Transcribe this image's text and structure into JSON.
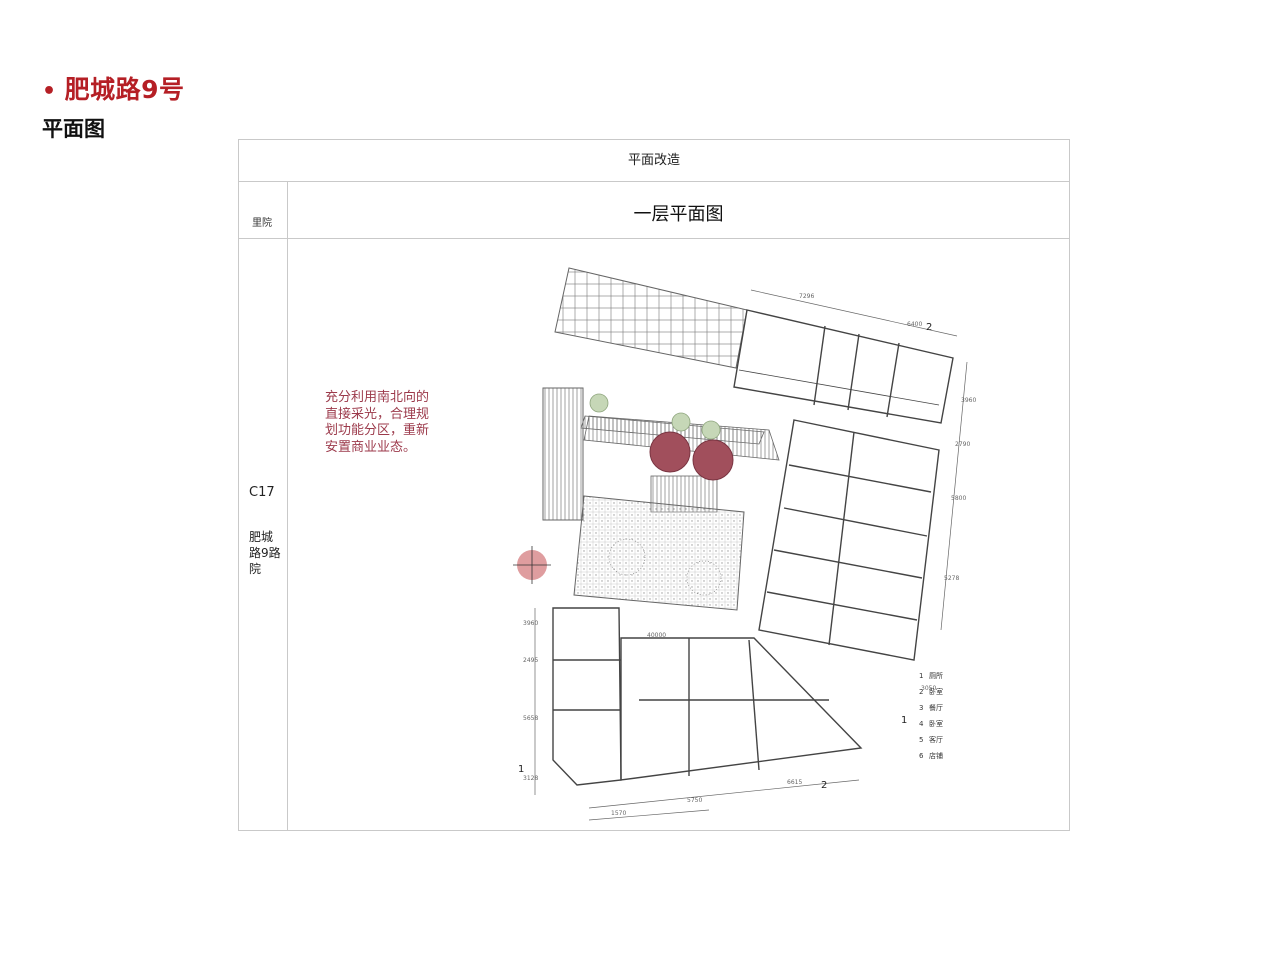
{
  "title": "肥城路9号",
  "subtitle": "平面图",
  "sheet": {
    "header": "平面改造",
    "column_label": "里院",
    "drawing_title": "一层平面图",
    "site_code": "C17",
    "site_name": "肥城路9路院"
  },
  "note": "充分利用南北向的直接采光，合理规划功能分区，重新安置商业业态。",
  "legend": [
    {
      "num": "1",
      "label": "厕所"
    },
    {
      "num": "2",
      "label": "卧室"
    },
    {
      "num": "3",
      "label": "餐厅"
    },
    {
      "num": "4",
      "label": "卧室"
    },
    {
      "num": "5",
      "label": "客厅"
    },
    {
      "num": "6",
      "label": "店铺"
    }
  ],
  "dimensions": {
    "top_a": "7296",
    "top_b": "6400",
    "right_a": "3960",
    "right_b": "2790",
    "right_c": "5800",
    "right_d": "5278",
    "right_e": "3050",
    "left_a": "3960",
    "left_b": "2495",
    "left_c": "5658",
    "left_d": "3128",
    "mid": "40000",
    "bottom_a": "1570",
    "bottom_b": "5750",
    "bottom_c": "6615"
  },
  "section_marks": {
    "top": "2",
    "bottom": "2",
    "left": "1",
    "right": "1"
  },
  "colors": {
    "title": "#b51f25",
    "note": "#9c3a4b",
    "tree_fill": "#a14f5c",
    "compass_fill": "#d98c8e",
    "line": "#555555"
  }
}
